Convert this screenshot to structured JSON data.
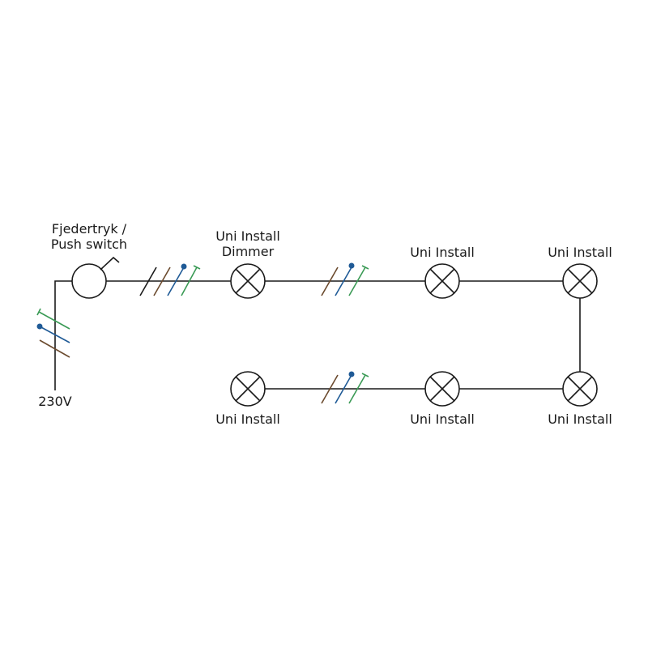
{
  "colors": {
    "wire": "#1a1a1a",
    "earth": "#3a9a55",
    "neutral": "#1f5a96",
    "live": "#6b4a2e",
    "extra": "#1a1a1a"
  },
  "supply": {
    "label": "230V"
  },
  "switch": {
    "label_line1": "Fjedertryk /",
    "label_line2": "Push switch"
  },
  "dimmer": {
    "label_line1": "Uni Install",
    "label_line2": "Dimmer"
  },
  "lamps": [
    {
      "label": "Uni Install"
    },
    {
      "label": "Uni Install"
    },
    {
      "label": "Uni Install"
    },
    {
      "label": "Uni Install"
    },
    {
      "label": "Uni Install"
    }
  ]
}
